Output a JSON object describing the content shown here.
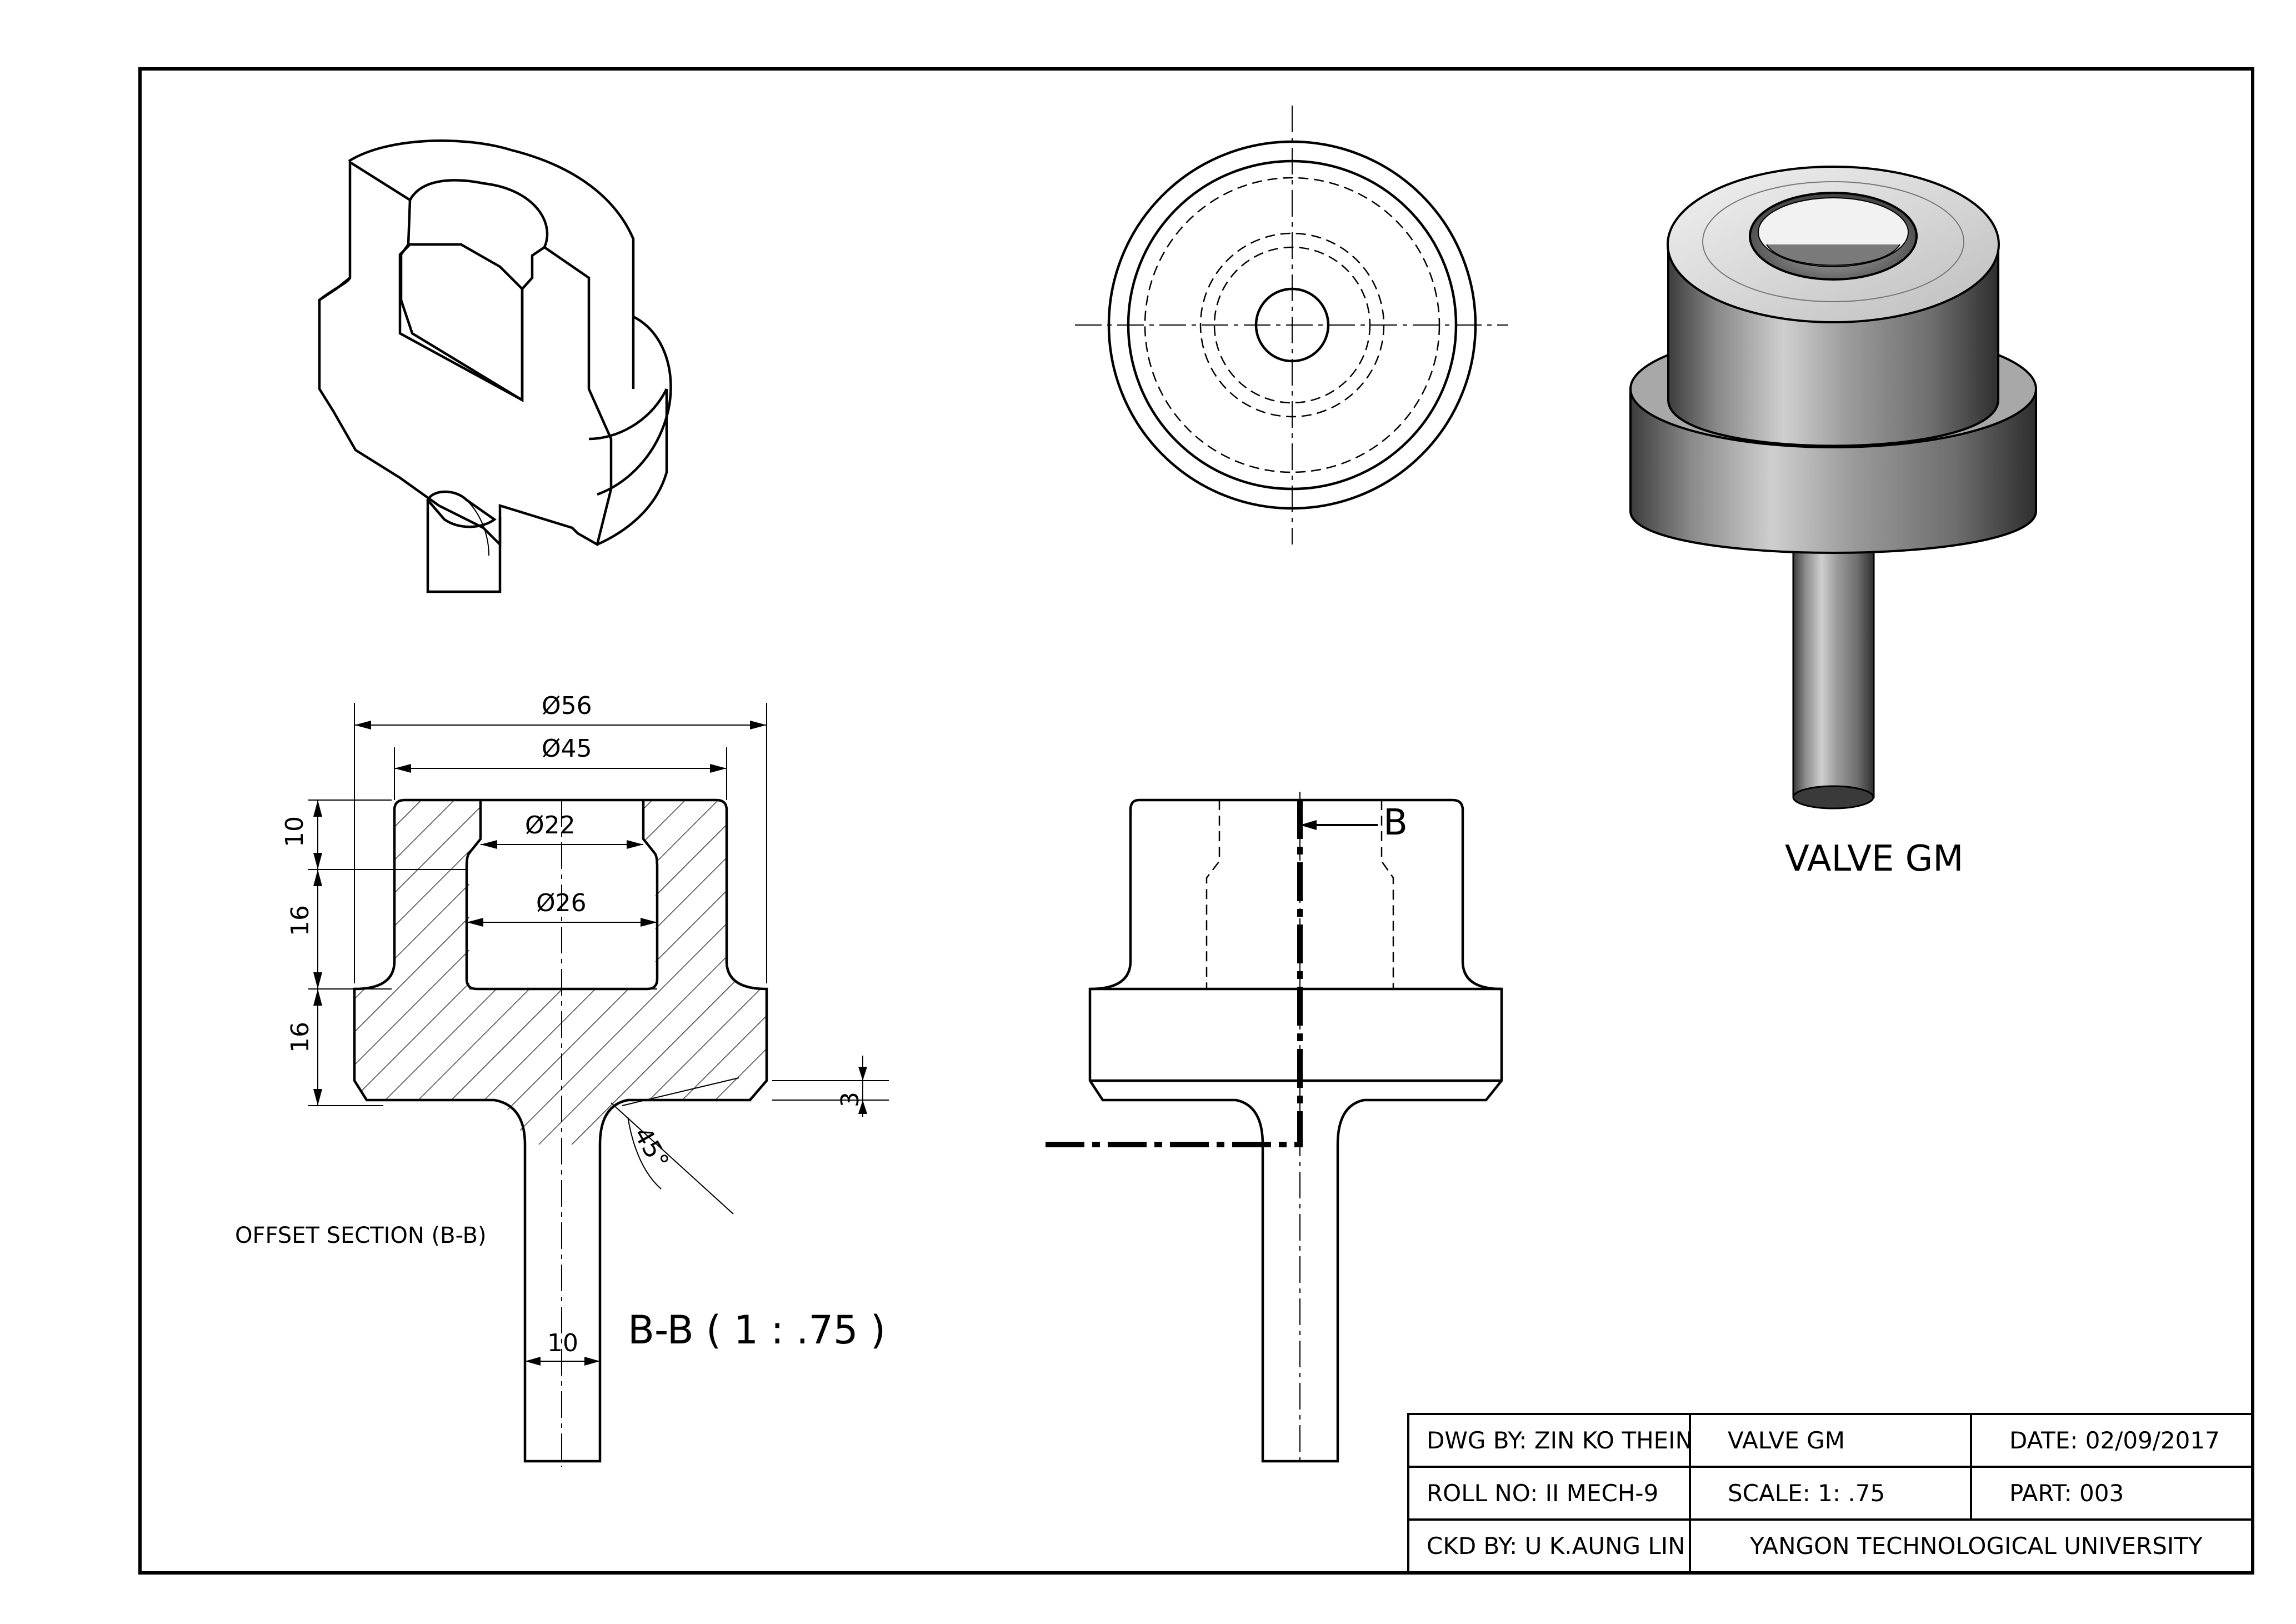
{
  "drawing": {
    "title": "VALVE GM",
    "section_view_note": "OFFSET SECTION (B-B)",
    "section_view_label": "B-B ( 1 : .75 )",
    "cutting_plane_letter": "B"
  },
  "dimensions": {
    "d56": "Ø56",
    "d45": "Ø45",
    "d22": "Ø22",
    "d26": "Ø26",
    "h10": "10",
    "h16a": "16",
    "h16b": "16",
    "h3": "3",
    "stem10": "10",
    "angle45": "45°"
  },
  "title_block": {
    "dwg_by": "DWG BY: ZIN KO THEIN",
    "part_name": "VALVE GM",
    "date": "DATE: 02/09/2017",
    "roll_no": "ROLL NO: II MECH-9",
    "scale": "SCALE: 1: .75",
    "part": "PART: 003",
    "ckd_by": "CKD BY: U K.AUNG LIN",
    "institution": "YANGON TECHNOLOGICAL UNIVERSITY"
  },
  "colors": {
    "line": "#000000",
    "background": "#ffffff",
    "render_light": "#d9d9d9",
    "render_dark": "#5a5a5a"
  }
}
